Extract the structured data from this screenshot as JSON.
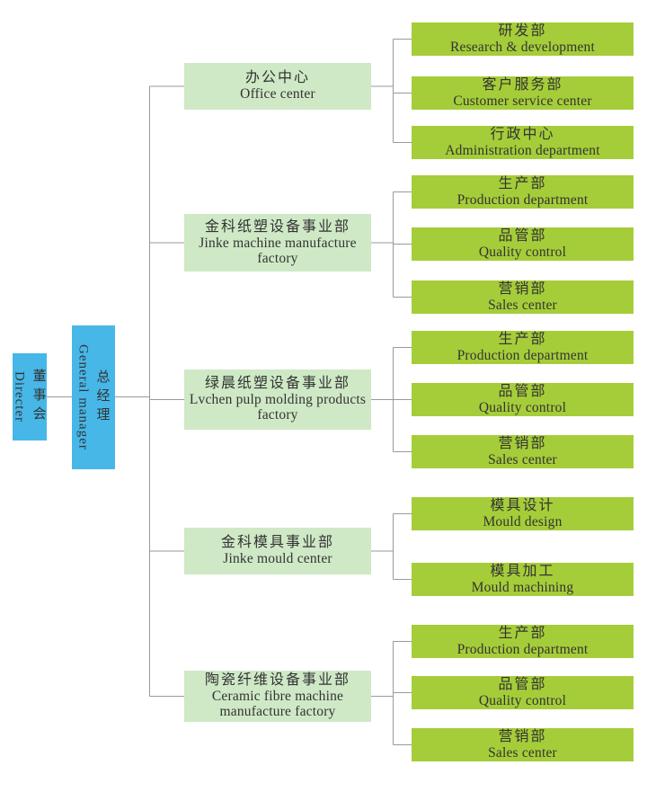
{
  "chart": {
    "board": {
      "en": "Directer",
      "zh": "董事会"
    },
    "manager": {
      "en": "General manager",
      "zh": "总经理"
    },
    "divisions": [
      {
        "zh": "办公中心",
        "en": "Office center",
        "children": [
          {
            "zh": "研发部",
            "en": "Research & development"
          },
          {
            "zh": "客户服务部",
            "en": "Customer service center"
          },
          {
            "zh": "行政中心",
            "en": "Administration department"
          }
        ]
      },
      {
        "zh": "金科纸塑设备事业部",
        "en": "Jinke machine manufacture factory",
        "children": [
          {
            "zh": "生产部",
            "en": "Production department"
          },
          {
            "zh": "品管部",
            "en": "Quality control"
          },
          {
            "zh": "营销部",
            "en": "Sales center"
          }
        ]
      },
      {
        "zh": "绿晨纸塑设备事业部",
        "en": "Lvchen pulp molding products factory",
        "children": [
          {
            "zh": "生产部",
            "en": "Production department"
          },
          {
            "zh": "品管部",
            "en": "Quality control"
          },
          {
            "zh": "营销部",
            "en": "Sales center"
          }
        ]
      },
      {
        "zh": "金科模具事业部",
        "en": "Jinke mould center",
        "children": [
          {
            "zh": "模具设计",
            "en": "Mould design"
          },
          {
            "zh": "模具加工",
            "en": "Mould machining"
          }
        ]
      },
      {
        "zh": "陶瓷纤维设备事业部",
        "en": "Ceramic fibre machine manufacture factory",
        "children": [
          {
            "zh": "生产部",
            "en": "Production department"
          },
          {
            "zh": "品管部",
            "en": "Quality control"
          },
          {
            "zh": "营销部",
            "en": "Sales center"
          }
        ]
      }
    ]
  }
}
